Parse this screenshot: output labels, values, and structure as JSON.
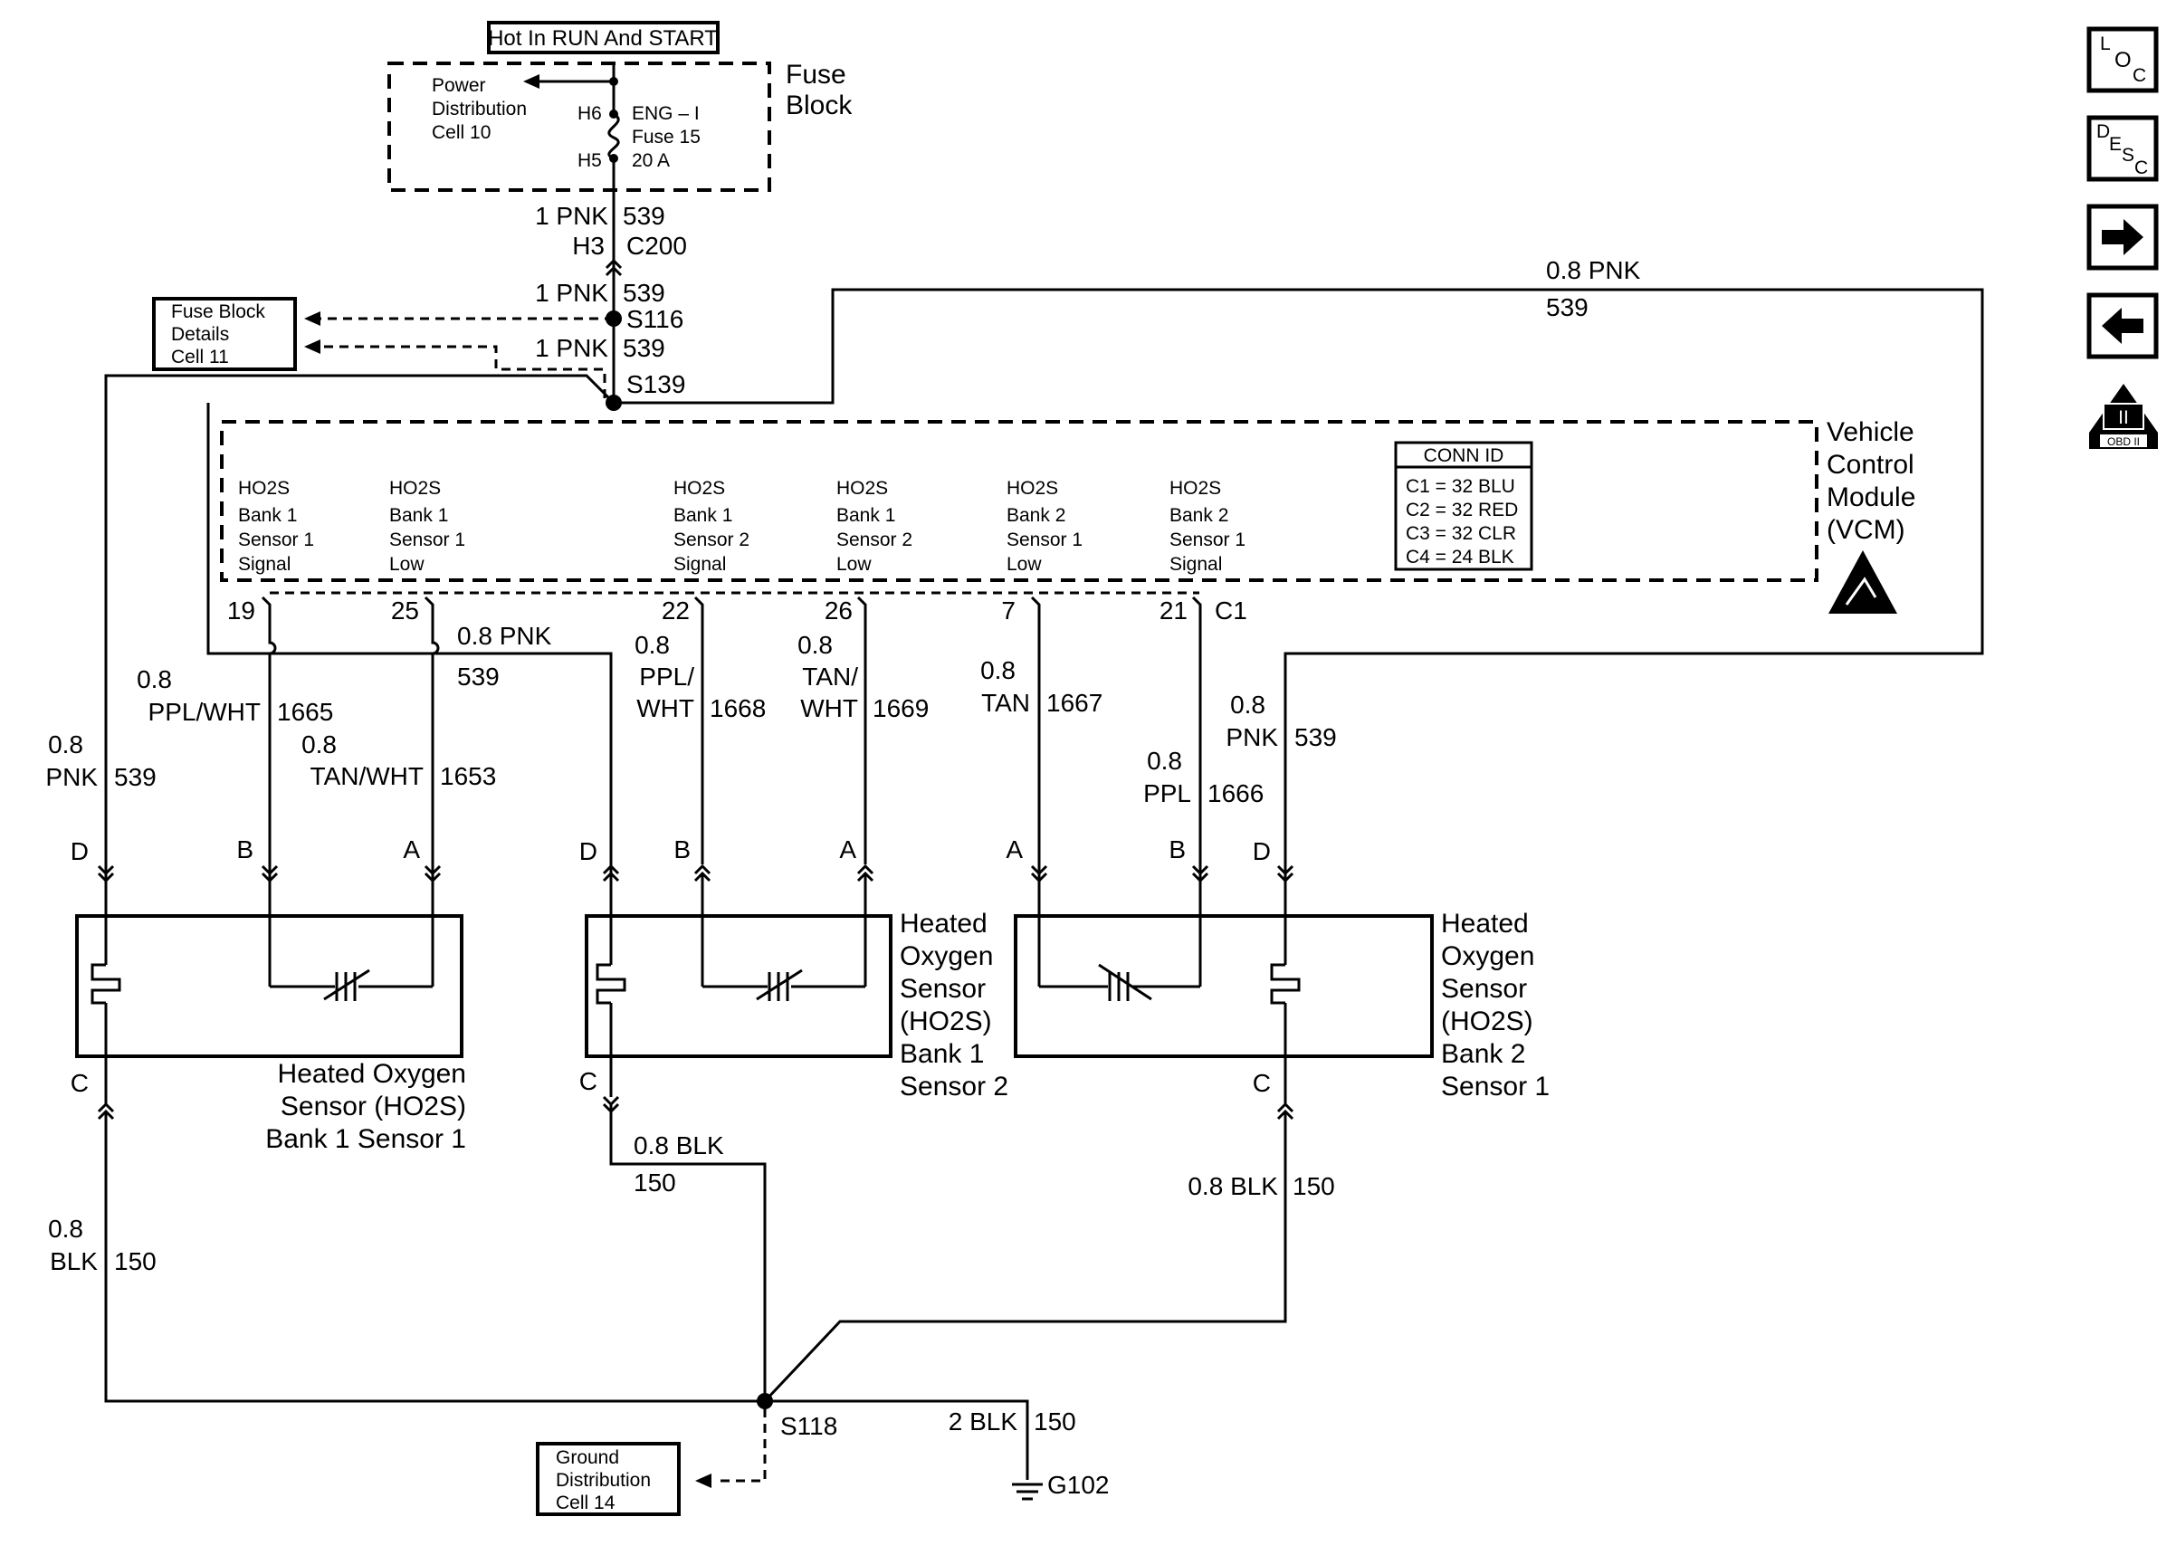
{
  "header": {
    "hot_label": "Hot In RUN And START"
  },
  "fuse_block": {
    "name_1": "Fuse",
    "name_2": "Block",
    "pd_1": "Power",
    "pd_2": "Distribution",
    "pd_3": "Cell 10",
    "h6": "H6",
    "h5": "H5",
    "fuse_1": "ENG – I",
    "fuse_2": "Fuse 15",
    "fuse_3": "20 A"
  },
  "details": {
    "fb_1": "Fuse Block",
    "fb_2": "Details",
    "fb_3": "Cell 11",
    "gd_1": "Ground",
    "gd_2": "Distribution",
    "gd_3": "Cell 14"
  },
  "wires": {
    "w1_color": "1 PNK",
    "w1_num": "539",
    "h3": "H3",
    "c200": "C200",
    "w2_color": "1 PNK",
    "w2_num": "539",
    "s116": "S116",
    "w3_color": "1 PNK",
    "w3_num": "539",
    "s139": "S139",
    "top_color": "0.8 PNK",
    "top_num": "539",
    "mid_color": "0.8 PNK",
    "mid_num": "539",
    "l_size": "0.8",
    "l_color": "PNK",
    "l_num": "539",
    "b1_size": "0.8",
    "b1_color": "PPL/WHT",
    "b1_num": "1665",
    "a1_size": "0.8",
    "a1_color": "TAN/WHT",
    "a1_num": "1653",
    "b2_size": "0.8",
    "b2_color_1": "PPL/",
    "b2_color_2": "WHT",
    "b2_num": "1668",
    "a2_size": "0.8",
    "a2_color_1": "TAN/",
    "a2_color_2": "WHT",
    "a2_num": "1669",
    "a3_size": "0.8",
    "a3_color": "TAN",
    "a3_num": "1667",
    "b3_size": "0.8",
    "b3_color": "PPL",
    "b3_num": "1666",
    "r_size": "0.8",
    "r_color": "PNK",
    "r_num": "539",
    "g1_size": "0.8",
    "g1_color": "BLK",
    "g1_num": "150",
    "g2_color": "0.8 BLK",
    "g2_num": "150",
    "g3_color": "0.8 BLK",
    "g3_num": "150",
    "g4_color": "2 BLK",
    "g4_num": "150",
    "s118": "S118",
    "g102": "G102"
  },
  "vcm": {
    "name_1": "Vehicle",
    "name_2": "Control",
    "name_3": "Module",
    "name_4": "(VCM)",
    "conn_title": "CONN ID",
    "conn_1": "C1 = 32 BLU",
    "conn_2": "C2 = 32 RED",
    "conn_3": "C3 = 32 CLR",
    "conn_4": "C4 = 24 BLK",
    "c1": "C1",
    "pins": [
      {
        "num": "19",
        "l1": "HO2S",
        "l2": "Bank 1",
        "l3": "Sensor 1",
        "l4": "Signal"
      },
      {
        "num": "25",
        "l1": "HO2S",
        "l2": "Bank 1",
        "l3": "Sensor 1",
        "l4": "Low"
      },
      {
        "num": "22",
        "l1": "HO2S",
        "l2": "Bank 1",
        "l3": "Sensor 2",
        "l4": "Signal"
      },
      {
        "num": "26",
        "l1": "HO2S",
        "l2": "Bank 1",
        "l3": "Sensor 2",
        "l4": "Low"
      },
      {
        "num": "7",
        "l1": "HO2S",
        "l2": "Bank 2",
        "l3": "Sensor 1",
        "l4": "Low"
      },
      {
        "num": "21",
        "l1": "HO2S",
        "l2": "Bank 2",
        "l3": "Sensor 1",
        "l4": "Signal"
      }
    ]
  },
  "sensors": {
    "s1_1": "Heated Oxygen",
    "s1_2": "Sensor (HO2S)",
    "s1_3": "Bank 1 Sensor 1",
    "s2_1": "Heated",
    "s2_2": "Oxygen",
    "s2_3": "Sensor",
    "s2_4": "(HO2S)",
    "s2_5": "Bank 1",
    "s2_6": "Sensor 2",
    "s3_1": "Heated",
    "s3_2": "Oxygen",
    "s3_3": "Sensor",
    "s3_4": "(HO2S)",
    "s3_5": "Bank 2",
    "s3_6": "Sensor 1"
  },
  "pins": {
    "d": "D",
    "b": "B",
    "a": "A",
    "c": "C"
  },
  "nav": {
    "loc_l": "L",
    "loc_o": "O",
    "loc_c": "C",
    "desc_d": "D",
    "desc_e": "E",
    "desc_s": "S",
    "desc_c": "C",
    "obd_num": "II",
    "obd_label": "OBD II"
  }
}
